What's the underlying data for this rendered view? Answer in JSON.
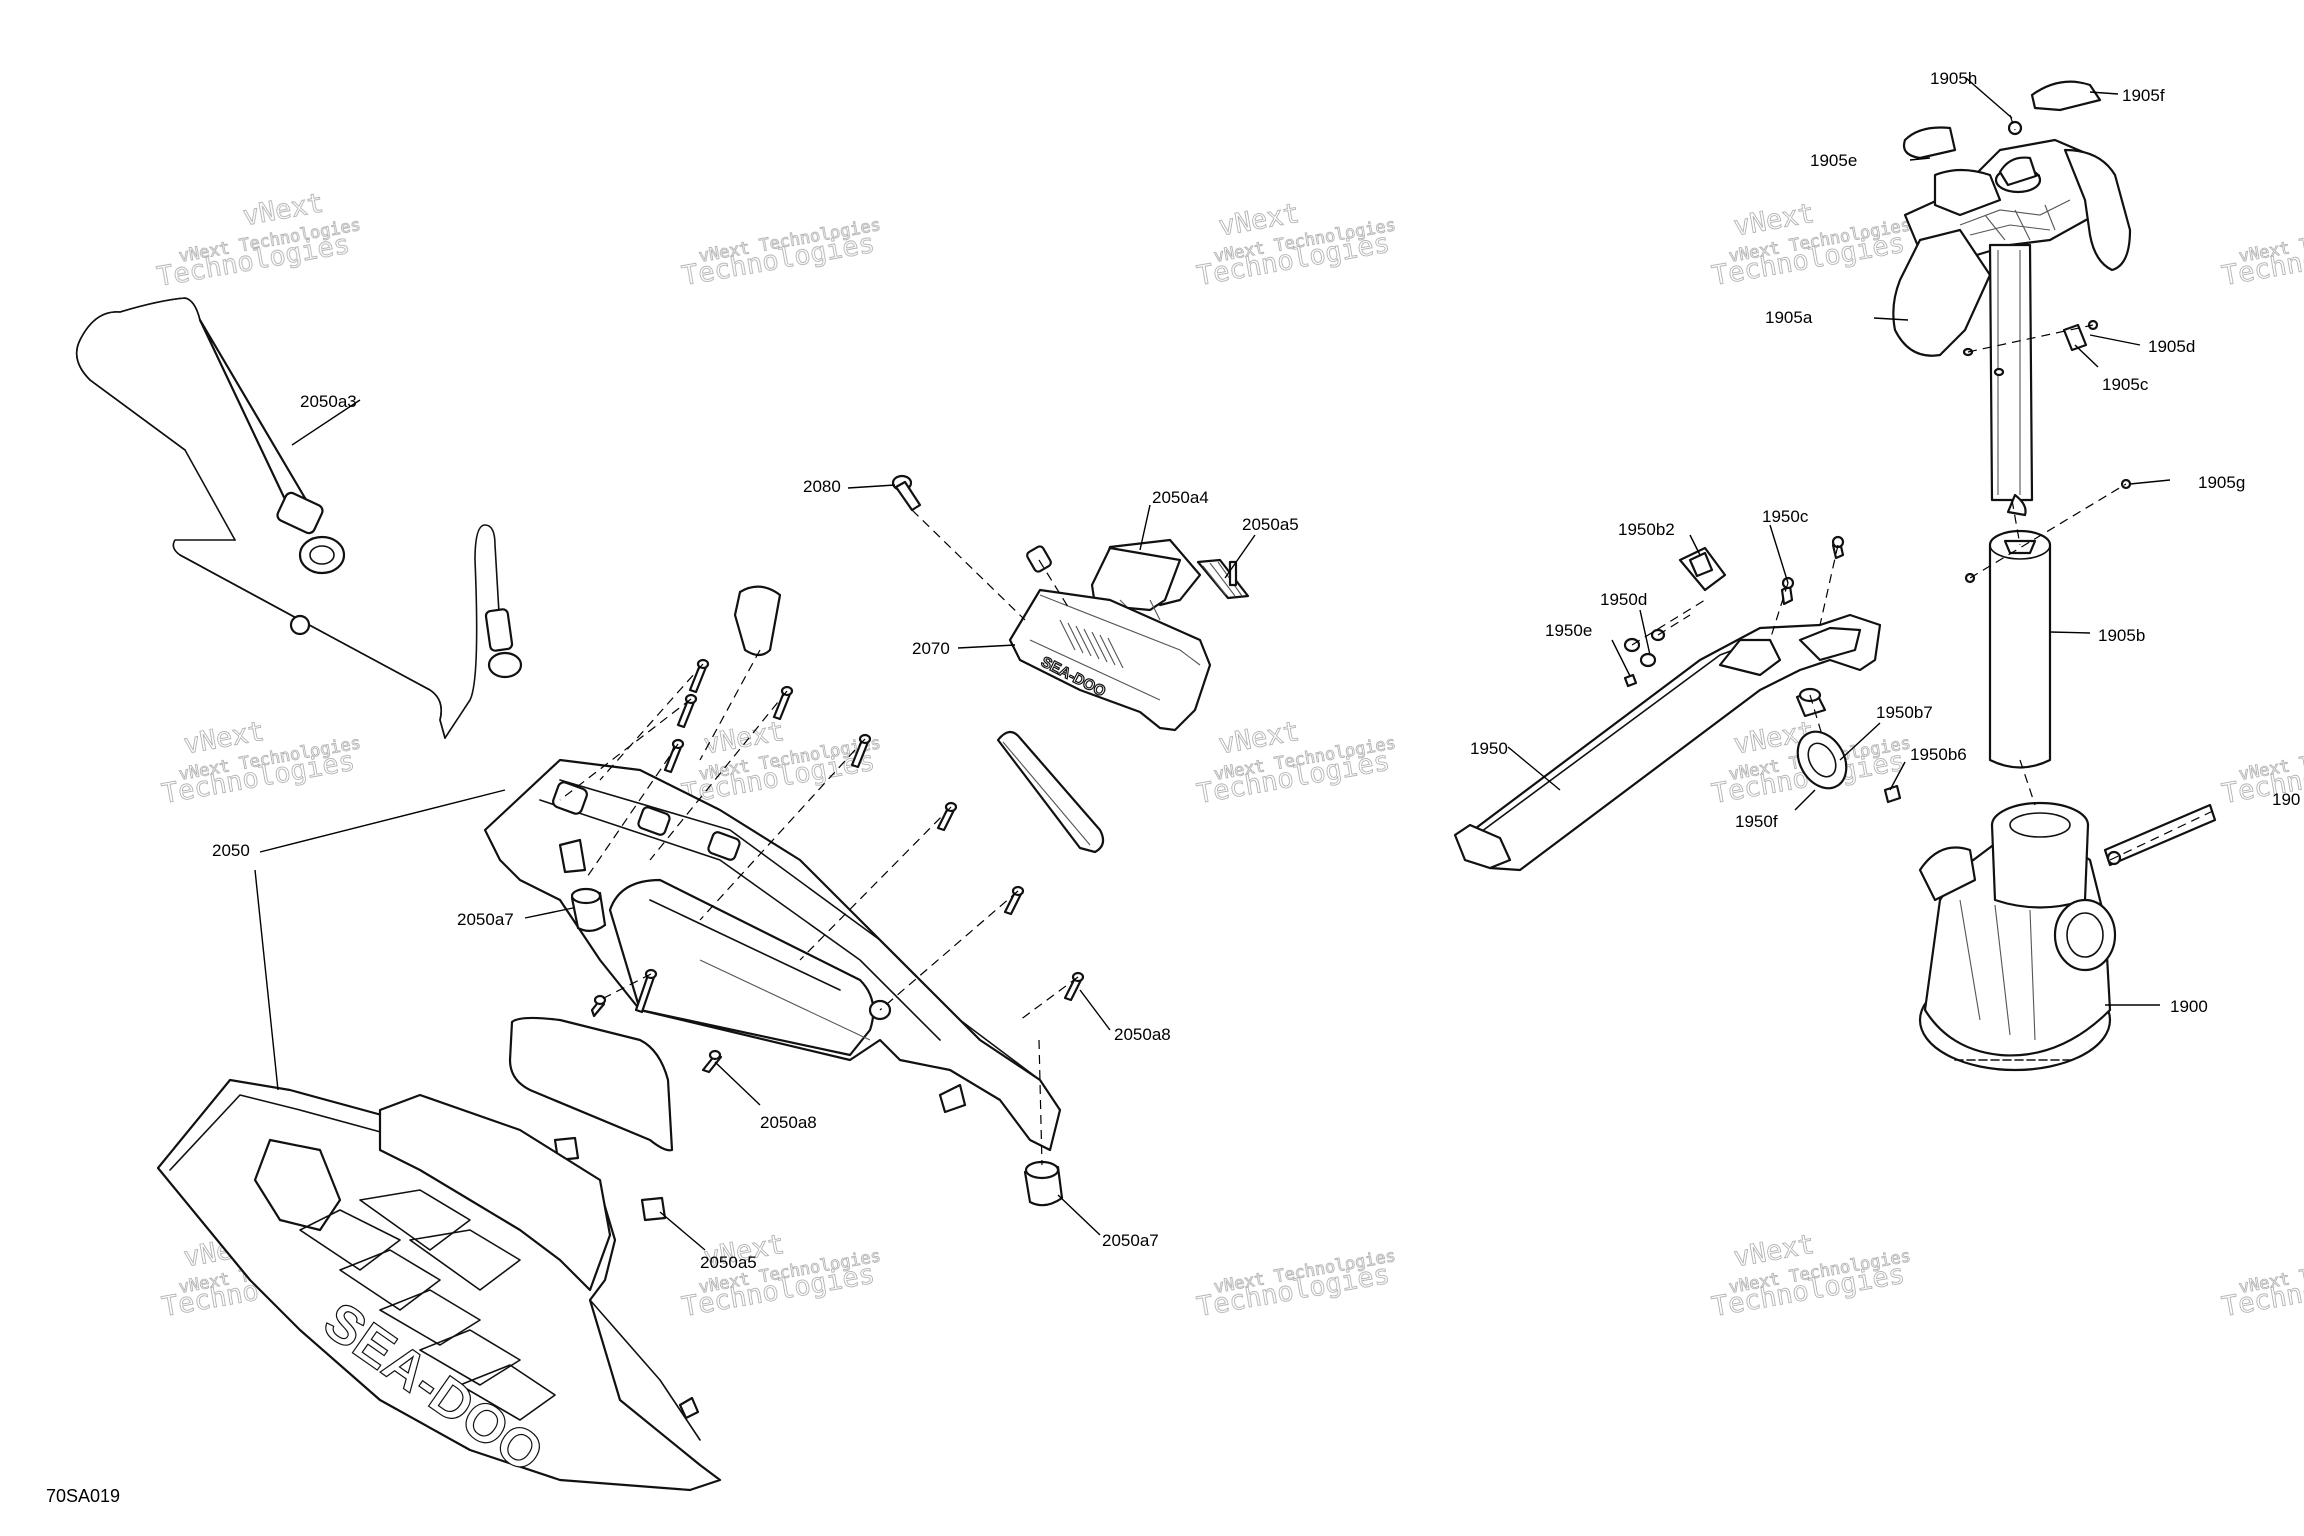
{
  "diagram_code": "70SA019",
  "watermark": {
    "line1": "vNext Technologies",
    "line2": "vNext",
    "line3": "Technologies"
  },
  "brand_mark": "SEA-DOO",
  "callouts": [
    {
      "id": "c-1905h",
      "label": "1905h"
    },
    {
      "id": "c-1905f",
      "label": "1905f"
    },
    {
      "id": "c-1905e",
      "label": "1905e"
    },
    {
      "id": "c-1905a",
      "label": "1905a"
    },
    {
      "id": "c-1905d",
      "label": "1905d"
    },
    {
      "id": "c-1905c",
      "label": "1905c"
    },
    {
      "id": "c-1905g",
      "label": "1905g"
    },
    {
      "id": "c-1905b",
      "label": "1905b"
    },
    {
      "id": "c-1900",
      "label": "1900"
    },
    {
      "id": "c-19xx",
      "label": "190"
    },
    {
      "id": "c-1950b2",
      "label": "1950b2"
    },
    {
      "id": "c-1950c",
      "label": "1950c"
    },
    {
      "id": "c-1950d",
      "label": "1950d"
    },
    {
      "id": "c-1950e",
      "label": "1950e"
    },
    {
      "id": "c-1950",
      "label": "1950"
    },
    {
      "id": "c-1950b7",
      "label": "1950b7"
    },
    {
      "id": "c-1950b6",
      "label": "1950b6"
    },
    {
      "id": "c-1950f",
      "label": "1950f"
    },
    {
      "id": "c-2050a3",
      "label": "2050a3"
    },
    {
      "id": "c-2080",
      "label": "2080"
    },
    {
      "id": "c-2050a4",
      "label": "2050a4"
    },
    {
      "id": "c-2050a5-top",
      "label": "2050a5"
    },
    {
      "id": "c-2070",
      "label": "2070"
    },
    {
      "id": "c-2050",
      "label": "2050"
    },
    {
      "id": "c-2050a7-left",
      "label": "2050a7"
    },
    {
      "id": "c-2050a8-right",
      "label": "2050a8"
    },
    {
      "id": "c-2050a8-bottom",
      "label": "2050a8"
    },
    {
      "id": "c-2050a7-bottom",
      "label": "2050a7"
    },
    {
      "id": "c-2050a5-bottom",
      "label": "2050a5"
    }
  ]
}
